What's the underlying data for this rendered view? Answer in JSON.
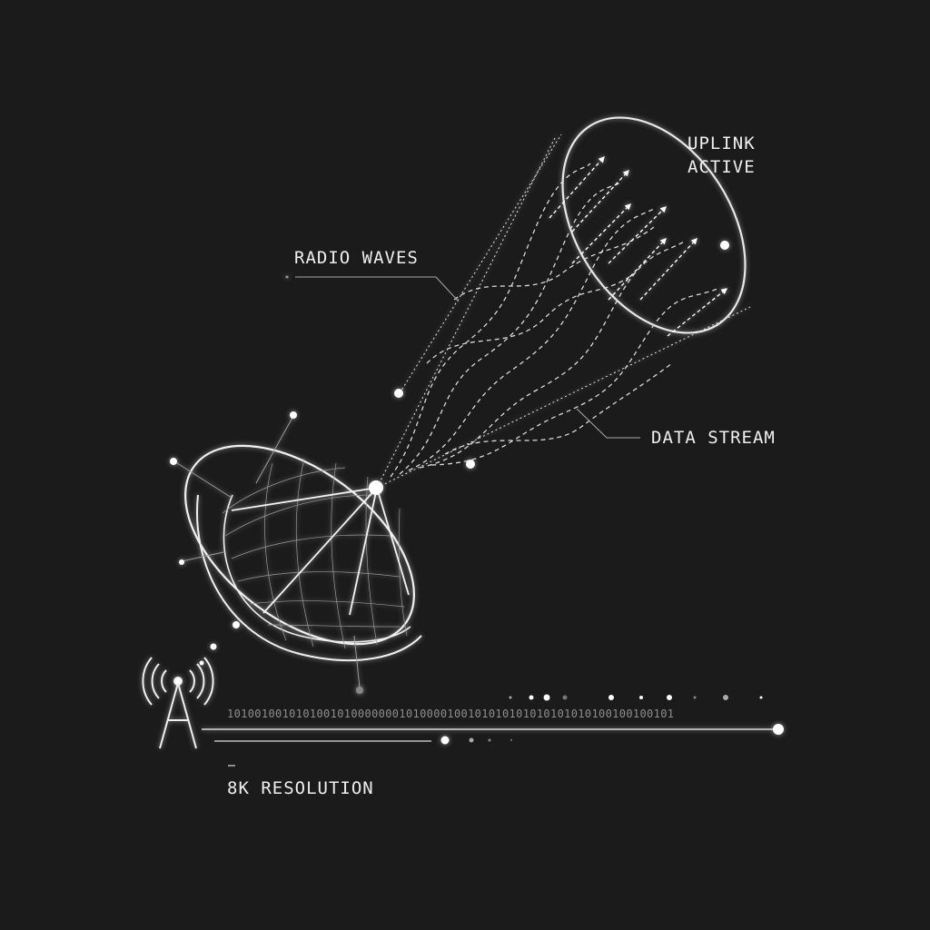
{
  "labels": {
    "uplink_line1": "UPLINK",
    "uplink_line2": "ACTIVE",
    "radio_waves": "RADIO WAVES",
    "data_stream": "DATA STREAM",
    "resolution": "8K RESOLUTION"
  },
  "binary_stream": "10100100101010010100000001010000100101010101010101010100100100101"
}
